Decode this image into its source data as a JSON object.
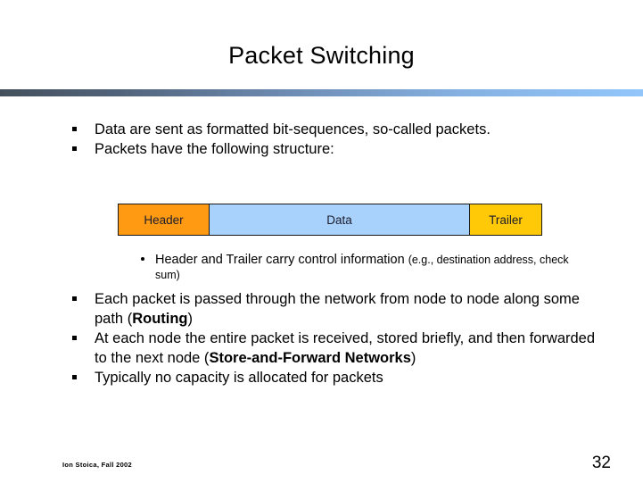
{
  "slide": {
    "title": "Packet Switching",
    "accent_left": "#43505c",
    "accent_right": "#92c6fb"
  },
  "bullets_top": [
    {
      "marker": "square-bullet",
      "text": "Data are sent as formatted bit-sequences, so-called packets."
    },
    {
      "marker": "square-bullet",
      "text": "Packets have the following structure:"
    }
  ],
  "packet_diagram": {
    "name": "packet-structure-diagram",
    "segments": [
      {
        "label": "Header",
        "color": "#FF9A12"
      },
      {
        "label": "Data",
        "color": "#A8D2FB"
      },
      {
        "label": "Trailer",
        "color": "#FFC907"
      }
    ]
  },
  "sub_bullet": {
    "marker": "round-bullet",
    "lead": "Header and Trailer carry control information ",
    "detail": "(e.g., destination address, check sum)"
  },
  "bullets_bottom": [
    {
      "marker": "square-bullet",
      "parts": [
        {
          "text": "Each packet is passed through the network from node to node along some path (",
          "bold": false
        },
        {
          "text": "Routing",
          "bold": true
        },
        {
          "text": ")",
          "bold": false
        }
      ]
    },
    {
      "marker": "square-bullet",
      "parts": [
        {
          "text": "At each node the entire packet is received, stored briefly, and then forwarded to the next node (",
          "bold": false
        },
        {
          "text": "Store-and-Forward Networks",
          "bold": true
        },
        {
          "text": ")",
          "bold": false
        }
      ]
    },
    {
      "marker": "square-bullet",
      "parts": [
        {
          "text": "Typically no capacity is allocated for packets",
          "bold": false
        }
      ]
    }
  ],
  "footer": {
    "credit": "Ion Stoica, Fall 2002",
    "page_number": "32"
  }
}
